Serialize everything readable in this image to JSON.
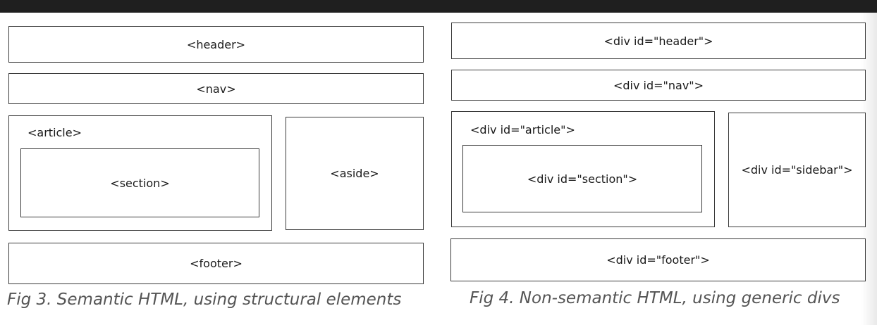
{
  "fig3": {
    "header": "<header>",
    "nav": "<nav>",
    "article": "<article>",
    "section": "<section>",
    "aside": "<aside>",
    "footer": "<footer>",
    "caption": "Fig 3. Semantic HTML, using structural elements"
  },
  "fig4": {
    "header": "<div id=\"header\">",
    "nav": "<div id=\"nav\">",
    "article": "<div id=\"article\">",
    "section": "<div id=\"section\">",
    "sidebar": "<div id=\"sidebar\">",
    "footer": "<div id=\"footer\">",
    "caption": "Fig 4. Non-semantic HTML, using generic divs"
  }
}
